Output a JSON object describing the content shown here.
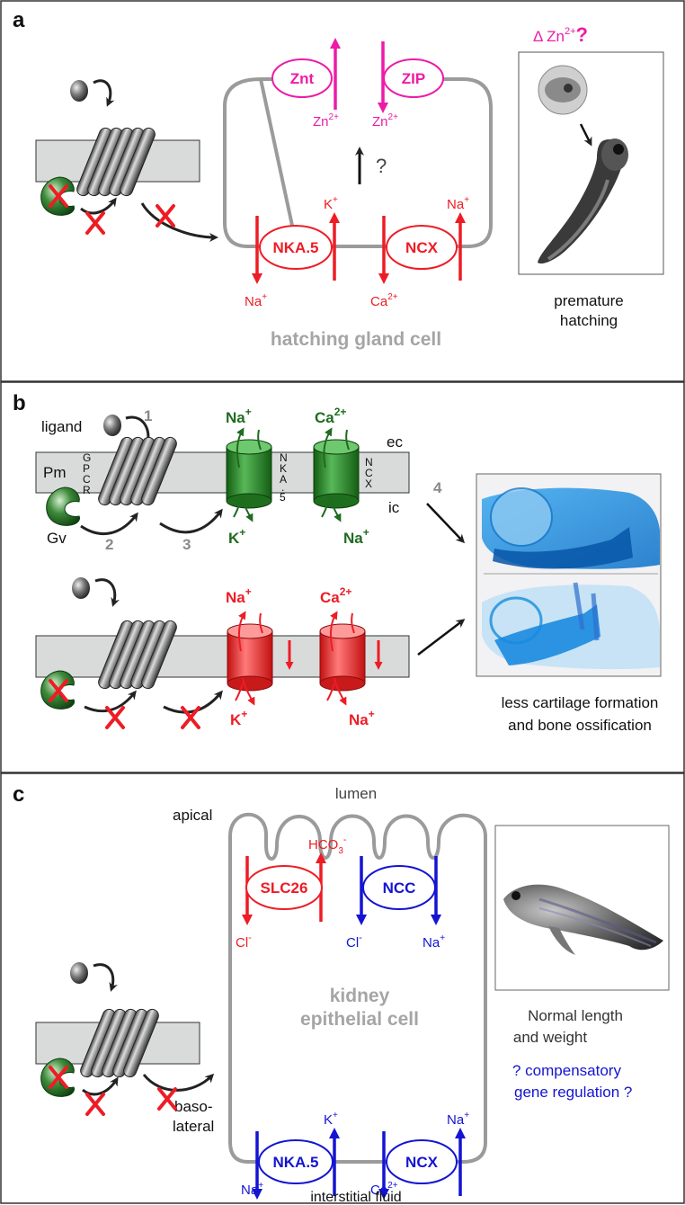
{
  "colors": {
    "red": "#ee1c25",
    "magenta": "#ec1ca8",
    "green": "#1f6b1f",
    "blue": "#1414d2",
    "gray": "#9b9b9b",
    "membrane": "#d9dbdb",
    "black": "#222222"
  },
  "panel_a": {
    "letter": "a",
    "transporters": {
      "znt": "Znt",
      "zip": "ZIP",
      "nka": "NKA.5",
      "ncx": "NCX"
    },
    "ions": {
      "zn_out": "Zn",
      "zn_in": "Zn",
      "zn_charge": "2+",
      "k": "K",
      "plus": "+",
      "na_top": "Na",
      "na_bottom": "Na",
      "ca": "Ca",
      "ca_charge": "2+"
    },
    "question": "?",
    "cell_label": "hatching gland cell",
    "delta_prefix": "Δ Zn",
    "delta_charge": "2+",
    "delta_question": "?",
    "photo_caption_1": "premature",
    "photo_caption_2": "hatching",
    "icons": [
      "ligand-icon",
      "gpcr-icon",
      "g-protein-icon",
      "knockout-x-icon",
      "embryo-icon",
      "larva-icon"
    ]
  },
  "panel_b": {
    "letter": "b",
    "ligand": "ligand",
    "pm": "Pm",
    "gpcr": [
      "G",
      "P",
      "C",
      "R"
    ],
    "nka": [
      "N",
      "K",
      "A",
      ".",
      "5"
    ],
    "ncx": [
      "N",
      "C",
      "X"
    ],
    "gv": "Gv",
    "ec": "ec",
    "ic": "ic",
    "steps": [
      "1",
      "2",
      "3",
      "4"
    ],
    "ions": {
      "na": "Na",
      "k": "K",
      "ca": "Ca",
      "plus": "+",
      "ca_charge": "2+"
    },
    "caption_1": "less cartilage formation",
    "caption_2": "and bone ossification",
    "icons": [
      "stained-head-normal-icon",
      "stained-head-mutant-icon"
    ]
  },
  "panel_c": {
    "letter": "c",
    "lumen": "lumen",
    "apical": "apical",
    "baso_1": "baso-",
    "baso_2": "lateral",
    "transporters": {
      "slc26": "SLC26",
      "ncc": "NCC",
      "nka": "NKA.5",
      "ncx": "NCX"
    },
    "ions": {
      "hco3": "HCO",
      "hco3_sub": "3",
      "minus": "-",
      "cl1": "Cl",
      "cl2": "Cl",
      "na1": "Na",
      "na2": "Na",
      "na3": "Na",
      "k": "K",
      "ca": "Ca",
      "plus": "+",
      "ca_charge": "2+"
    },
    "cell_1": "kidney",
    "cell_2": "epithelial cell",
    "interstitial": "interstitial fluid",
    "caption_1": "Normal length",
    "caption_2": "and weight",
    "question_1": "? compensatory",
    "question_2": "gene regulation ?",
    "icons": [
      "zebrafish-icon"
    ]
  }
}
